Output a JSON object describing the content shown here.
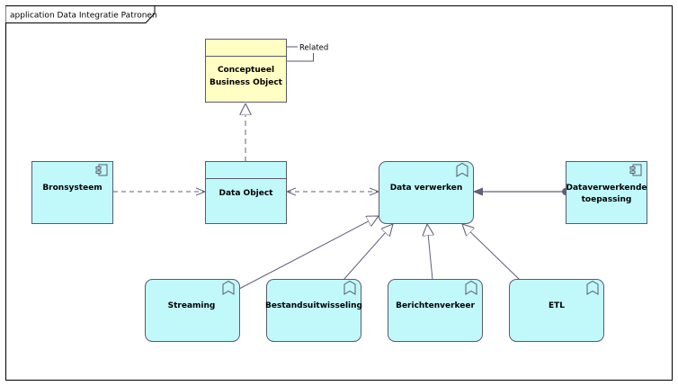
{
  "frame": {
    "title": "application Data Integratie Patronen"
  },
  "elements": {
    "concept": {
      "line1": "Conceptueel",
      "line2": "Business Object",
      "note": "Related"
    },
    "bronsysteem": {
      "label": "Bronsysteem",
      "icon": "application-component-icon"
    },
    "data_object": {
      "label": "Data Object"
    },
    "data_verwerken": {
      "label": "Data verwerken",
      "icon": "application-function-icon"
    },
    "dataverwerkende": {
      "line1": "Dataverwerkende",
      "line2": "toepassing",
      "icon": "application-component-icon"
    },
    "streaming": {
      "label": "Streaming",
      "icon": "application-function-icon"
    },
    "bestand": {
      "label": "Bestandsuitwisseling",
      "icon": "application-function-icon"
    },
    "berichten": {
      "label": "Berichtenverkeer",
      "icon": "application-function-icon"
    },
    "etl": {
      "label": "ETL",
      "icon": "application-function-icon"
    }
  },
  "colors": {
    "application": "#c1f8fa",
    "business": "#fffec3",
    "border": "#5a5a6e",
    "line": "#60607a"
  }
}
